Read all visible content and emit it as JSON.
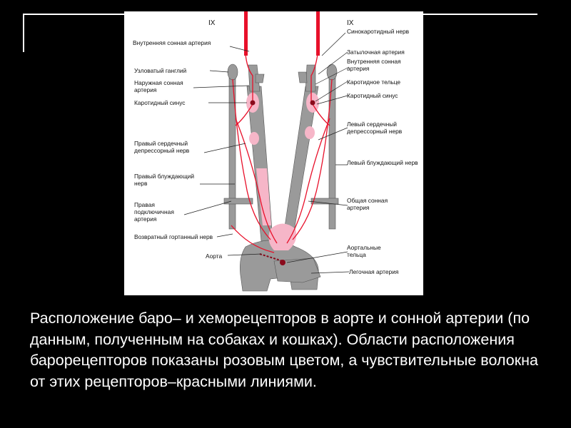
{
  "figure": {
    "labels": {
      "nerve_ix_left": "IX",
      "nerve_ix_right": "IX",
      "internal_carotid_left": "Внутренняя сонная артерия",
      "nodose_ganglion": "Узловатый ганглий",
      "external_carotid": "Наружная сонная артерия",
      "carotid_sinus_left": "Каротидный синус",
      "right_depressor_nerve": "Правый сердечный депрессорный нерв",
      "right_vagus": "Правый блуждающий нерв",
      "right_subclavian": "Правая подключичная артерия",
      "recurrent_laryngeal": "Возвратный гортанный нерв",
      "aorta": "Аорта",
      "sinocarotid_nerve": "Синокаротидный нерв",
      "occipital_artery": "Затылочная артерия",
      "internal_carotid_right": "Внутренняя сонная артерия",
      "carotid_body": "Каротидное тельце",
      "carotid_sinus_right": "Каротидный синус",
      "left_depressor_nerve": "Левый сердечный депрессорный нерв",
      "left_vagus": "Левый блуждающий нерв",
      "common_carotid": "Общая сонная артерия",
      "aortic_bodies": "Аортальные тельца",
      "pulmonary_artery": "Легочная артерия"
    },
    "colors": {
      "vessel": "#9a9a9a",
      "baroreceptor": "#f6b6c8",
      "nerve": "#e8102a",
      "dark_node": "#8a0a1c"
    }
  },
  "caption": "Расположение баро– и хеморецепторов в аорте и сонной артерии (по данным, полученным на собаках и кошках). Области расположения барорецепторов показаны розовым цветом, а чувствительные волокна от этих рецепторов–красными линиями."
}
